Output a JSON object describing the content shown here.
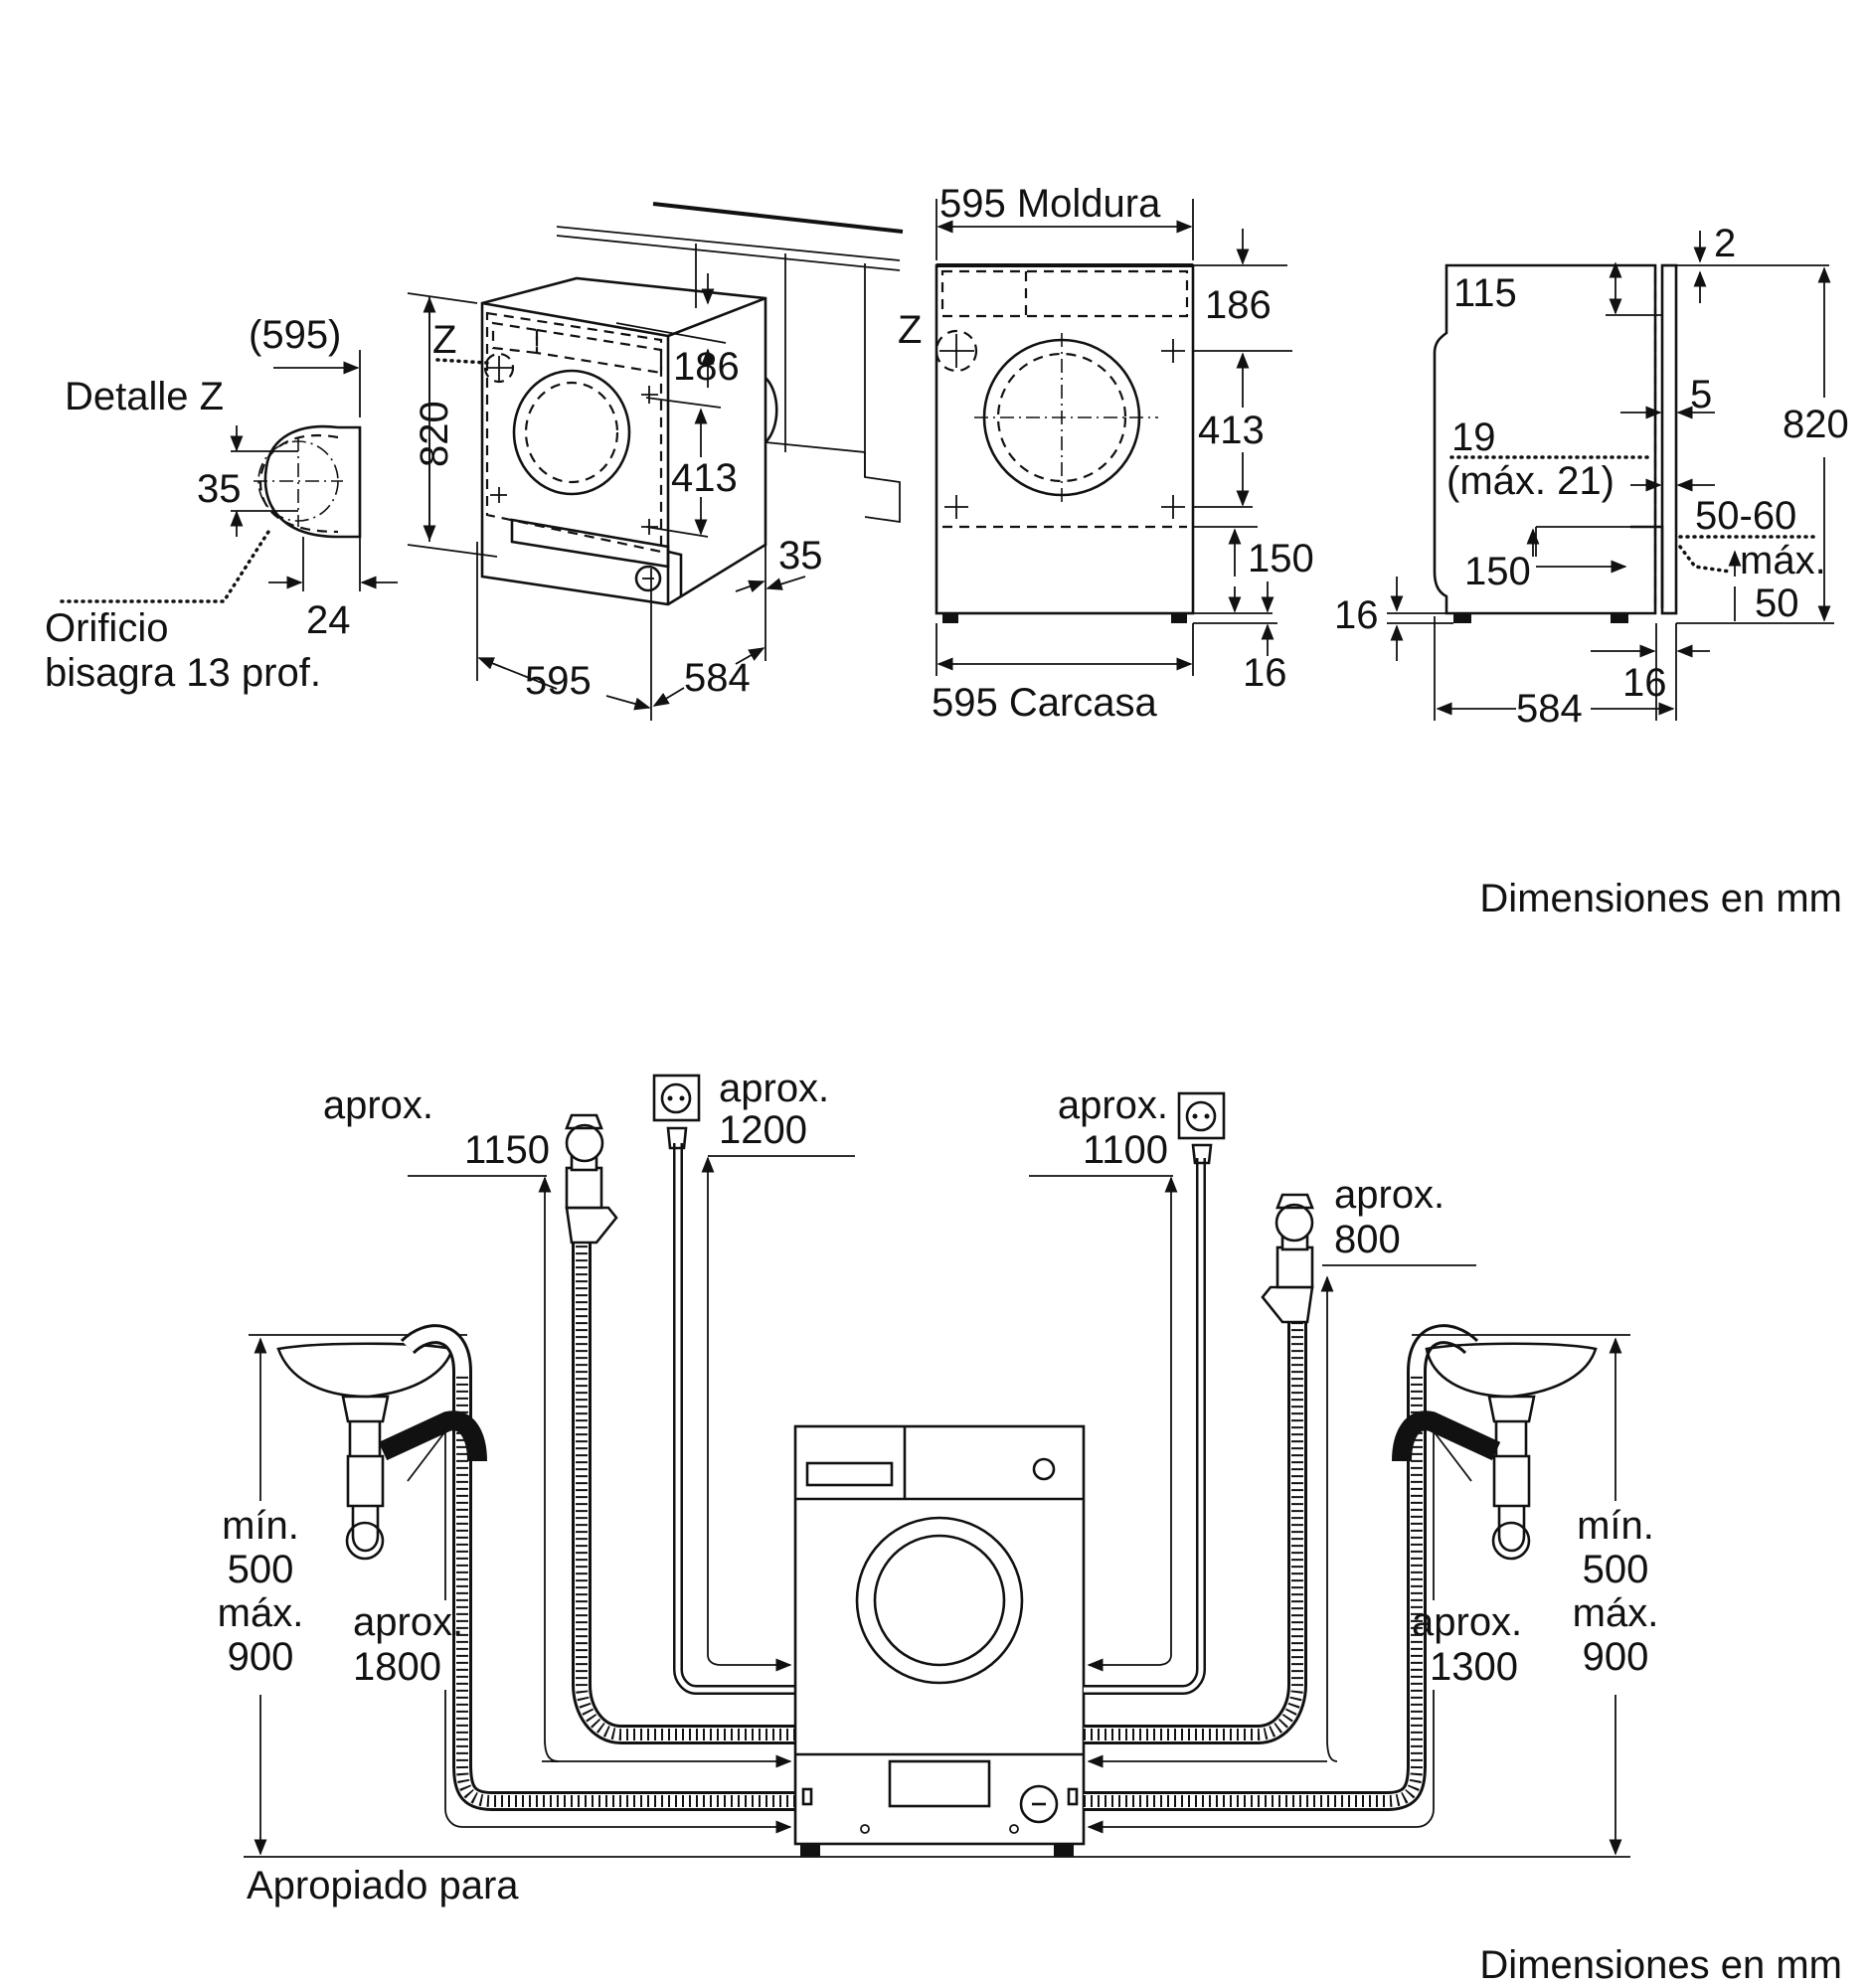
{
  "top": {
    "detail_z": "Detalle Z",
    "d595_paren": "(595)",
    "d35": "35",
    "d24": "24",
    "orificio_1": "Orificio",
    "orificio_2": "bisagra 13 prof.",
    "z_marker": "Z",
    "d820": "820",
    "d186": "186",
    "d413": "413",
    "d595": "595",
    "d584": "584",
    "front": {
      "moldura": "595 Moldura",
      "carcasa": "595 Carcasa",
      "d186": "186",
      "d413": "413",
      "d150": "150",
      "d16": "16",
      "z_marker": "Z"
    },
    "side": {
      "d2": "2",
      "d115": "115",
      "d5": "5",
      "d19": "19",
      "max21": "(máx. 21)",
      "d50_60": "50-60",
      "max": "máx.",
      "d50": "50",
      "d150": "150",
      "d16_left": "16",
      "d16_bottom": "16",
      "d584": "584",
      "d820": "820"
    },
    "units": "Dimensiones en mm"
  },
  "bottom": {
    "aprox": "aprox.",
    "tap_left_len": "1150",
    "socket_left_len": "1200",
    "socket_right_len": "1100",
    "tap_right_len": "800",
    "drain_left_len": "1800",
    "drain_right_len": "1300",
    "min": "mín.",
    "v500": "500",
    "max": "máx.",
    "v900": "900",
    "apropiado": "Apropiado para",
    "units": "Dimensiones en mm"
  }
}
